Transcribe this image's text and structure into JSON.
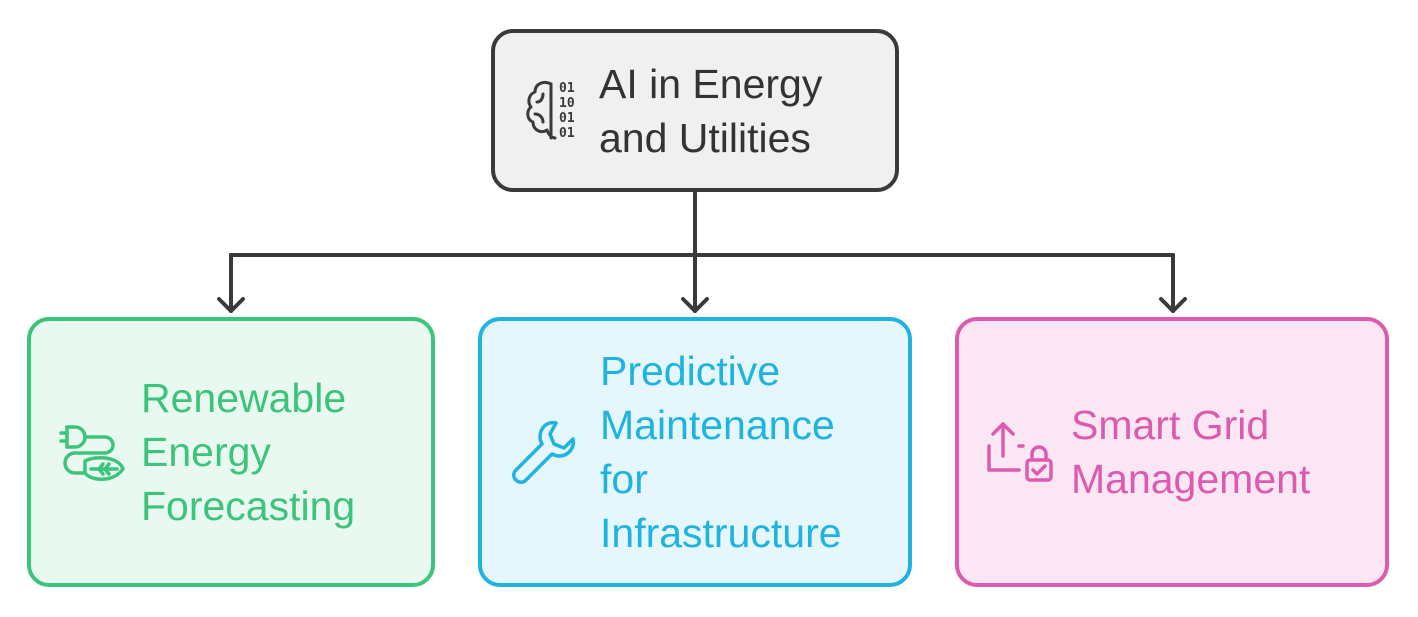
{
  "root": {
    "icon": "brain-binary-icon",
    "label": "AI in Energy and Utilities",
    "color": "#3a3a3a",
    "fill": "#f0f0f0"
  },
  "branches": [
    {
      "icon": "plug-leaf-icon",
      "label": "Renewable Energy Forecasting",
      "color": "#3cc47c",
      "fill": "#e9f9f0"
    },
    {
      "icon": "wrench-icon",
      "label": "Predictive Maintenance for Infrastructure",
      "color": "#1fb3e0",
      "fill": "#e5f7fd"
    },
    {
      "icon": "upload-lock-icon",
      "label": "Smart Grid Management",
      "color": "#dd5bae",
      "fill": "#fbe7f4"
    }
  ],
  "connector_color": "#3a3a3a"
}
